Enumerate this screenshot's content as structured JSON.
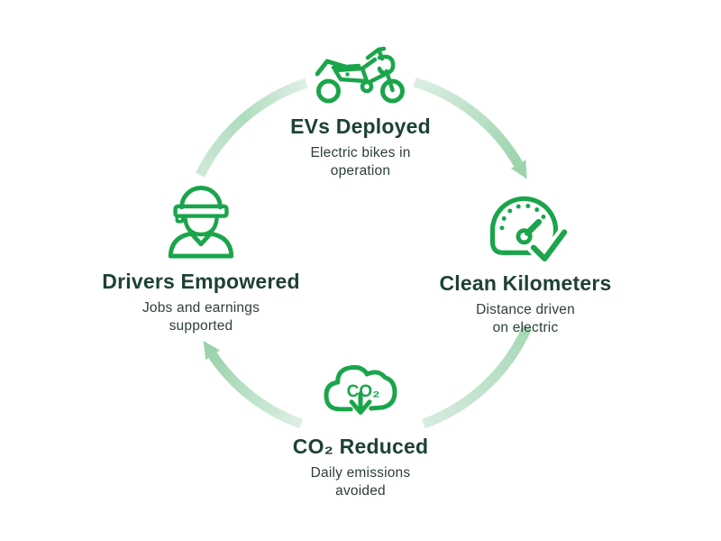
{
  "diagram": {
    "type": "cycle",
    "direction": "clockwise",
    "palette": {
      "icon_green": "#1aa54b",
      "title_color": "#1d4231",
      "subtitle_color": "#2d4035",
      "arc_pale": "#dcefe4",
      "arc_mid": "#aedcbe",
      "arc_green": "#9cd4ad",
      "arrowhead": "#9cd4ad",
      "background": "#ffffff"
    },
    "nodes": [
      {
        "id": "evs-deployed",
        "position": "top",
        "icon": "motorcycle-icon",
        "title": "EVs Deployed",
        "subtitle": "Electric bikes in\noperation"
      },
      {
        "id": "clean-kilometers",
        "position": "right",
        "icon": "speedometer-check-icon",
        "title": "Clean Kilometers",
        "subtitle": "Distance driven\non electric"
      },
      {
        "id": "co2-reduced",
        "position": "bottom",
        "icon": "co2-cloud-down-arrow-icon",
        "title": "CO₂ Reduced",
        "subtitle": "Daily emissions\navoided",
        "icon_label": "CO₂"
      },
      {
        "id": "drivers-empowered",
        "position": "left",
        "icon": "driver-helmet-icon",
        "title": "Drivers Empowered",
        "subtitle": "Jobs and earnings\nsupported"
      }
    ],
    "connectors": [
      {
        "from": "drivers-empowered",
        "to": "evs-deployed",
        "segment": "top-left",
        "arrowhead": false
      },
      {
        "from": "evs-deployed",
        "to": "clean-kilometers",
        "segment": "top-right",
        "arrowhead": true
      },
      {
        "from": "clean-kilometers",
        "to": "co2-reduced",
        "segment": "bottom-right",
        "arrowhead": false
      },
      {
        "from": "co2-reduced",
        "to": "drivers-empowered",
        "segment": "bottom-left",
        "arrowhead": true
      }
    ]
  }
}
